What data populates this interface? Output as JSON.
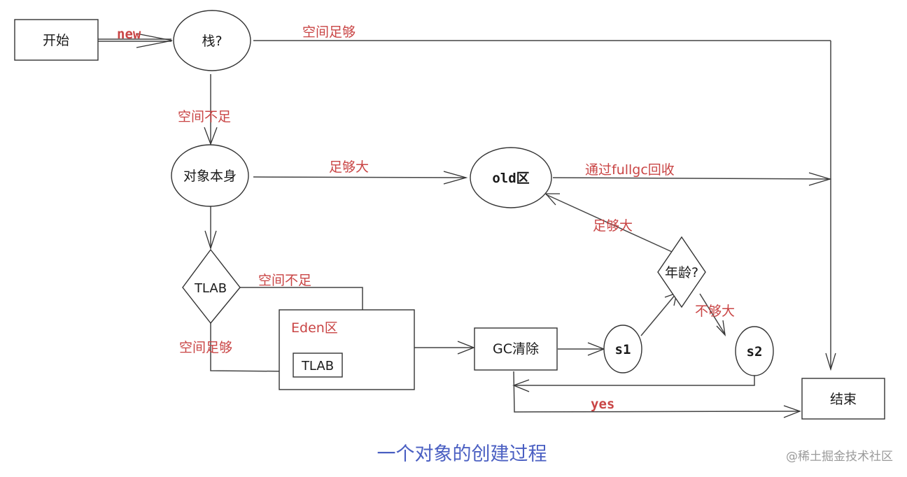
{
  "diagram": {
    "nodes": {
      "start": "开始",
      "stack": "栈?",
      "object_itself": "对象本身",
      "tlab_decision": "TLAB",
      "eden": "Eden区",
      "tlab_box": "TLAB",
      "gc_clear": "GC清除",
      "s1": "s1",
      "age": "年龄?",
      "s2": "s2",
      "old": "old区",
      "end": "结束"
    },
    "edges": {
      "start_to_stack": "new",
      "stack_to_end": "空间足够",
      "stack_to_object": "空间不足",
      "object_to_old": "足够大",
      "old_to_end": "通过fullgc回收",
      "tlab_to_eden": "空间不足",
      "tlab_to_tlabbox": "空间足够",
      "age_to_old": "足够大",
      "age_to_s2": "不够大",
      "gc_to_end": "yes"
    },
    "colors": {
      "label": "#c94545",
      "caption": "#4a5fc2",
      "stroke": "#333333"
    }
  },
  "caption": "一个对象的创建过程",
  "watermark": "@稀土掘金技术社区"
}
